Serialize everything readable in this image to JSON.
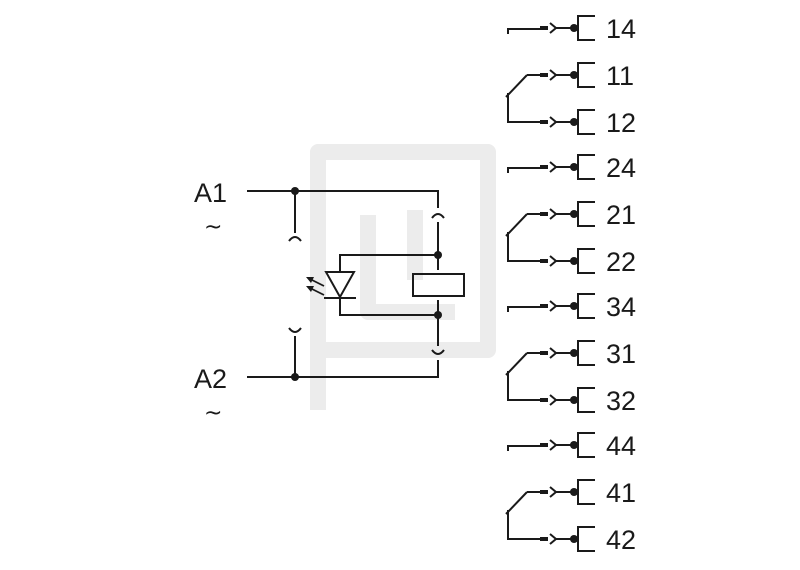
{
  "coil": {
    "a1_label": "A1",
    "a1_sub": "~",
    "a2_label": "A2",
    "a2_sub": "~"
  },
  "contacts": [
    {
      "no": "14",
      "com": "11",
      "nc": "12"
    },
    {
      "no": "24",
      "com": "21",
      "nc": "22"
    },
    {
      "no": "34",
      "com": "31",
      "nc": "32"
    },
    {
      "no": "44",
      "com": "41",
      "nc": "42"
    }
  ],
  "colors": {
    "line": "#1a1a1a",
    "watermark": "#ececec",
    "background": "#ffffff"
  }
}
